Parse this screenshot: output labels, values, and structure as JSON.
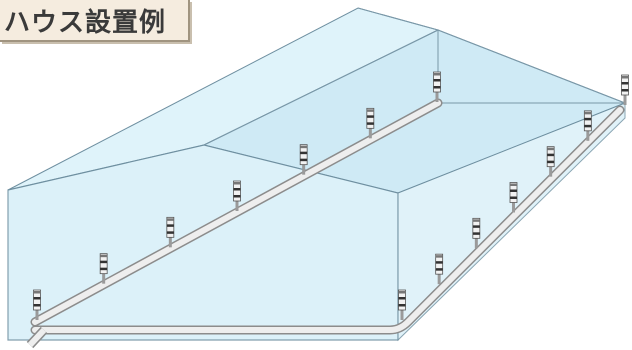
{
  "title": "ハウス設置例",
  "colors": {
    "glass_fill": "#d4eef7",
    "glass_edge": "#6e8fa0",
    "pipe_fill": "#eeeeee",
    "pipe_edge": "#8c8c8c",
    "tab_bg": "#f5ecdf"
  },
  "devices": [
    {
      "row": "center",
      "index": 0
    },
    {
      "row": "center",
      "index": 1
    },
    {
      "row": "center",
      "index": 2
    },
    {
      "row": "center",
      "index": 3
    },
    {
      "row": "center",
      "index": 4
    },
    {
      "row": "center",
      "index": 5
    },
    {
      "row": "center",
      "index": 6
    },
    {
      "row": "right",
      "index": 0
    },
    {
      "row": "right",
      "index": 1
    },
    {
      "row": "right",
      "index": 2
    },
    {
      "row": "right",
      "index": 3
    },
    {
      "row": "right",
      "index": 4
    },
    {
      "row": "right",
      "index": 5
    },
    {
      "row": "right",
      "index": 6
    }
  ]
}
